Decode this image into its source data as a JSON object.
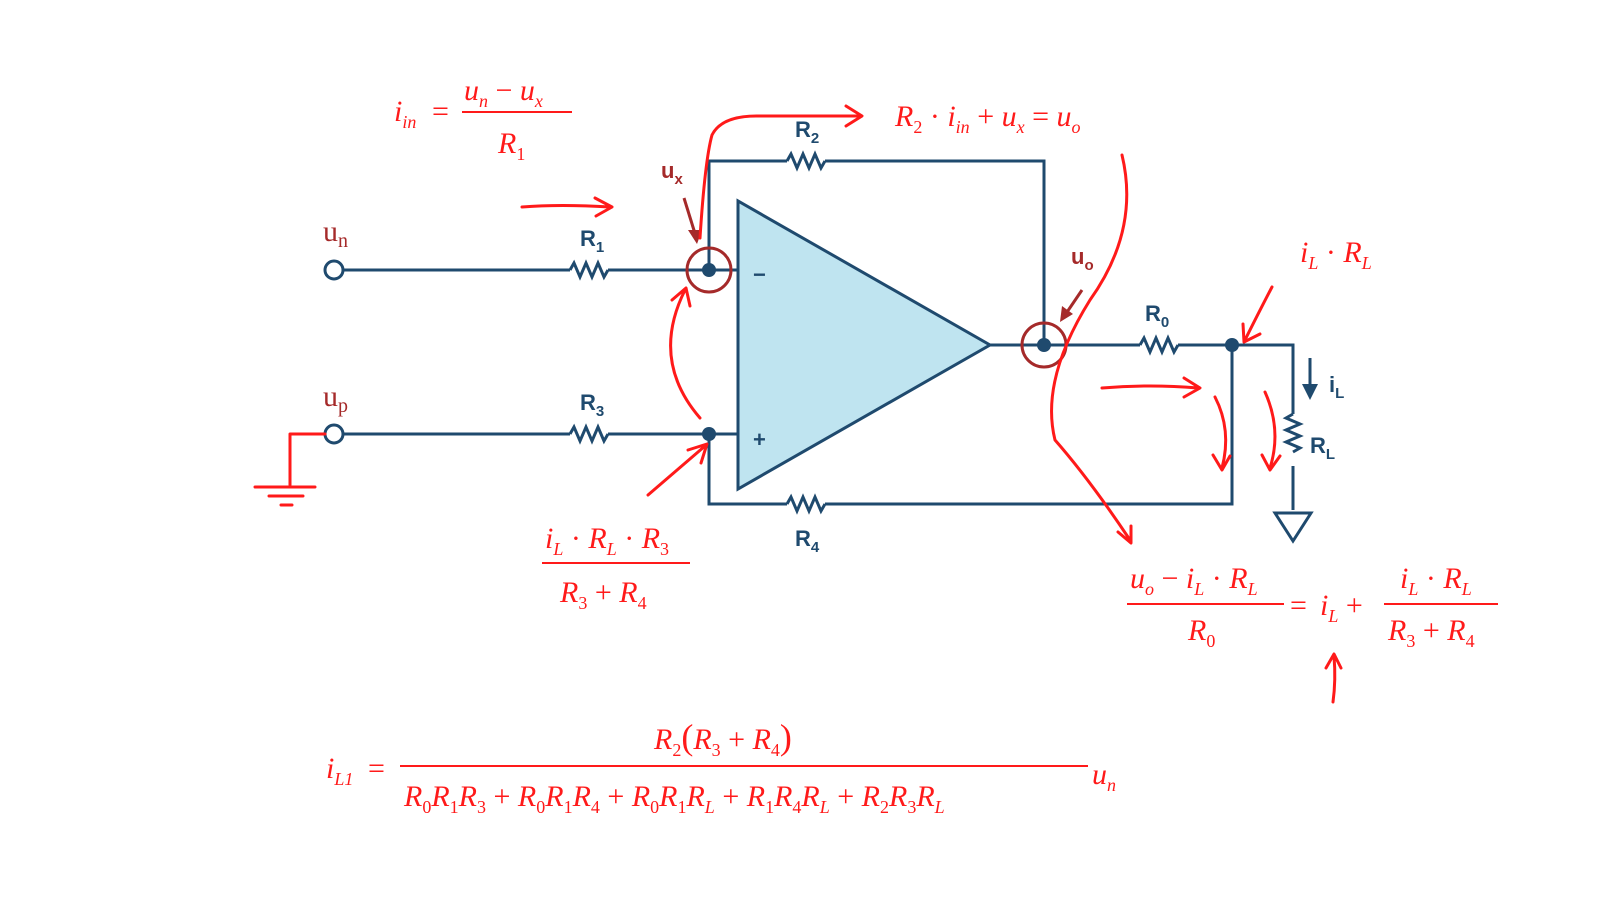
{
  "circuit": {
    "terminals": {
      "un": "u",
      "un_sub": "n",
      "up": "u",
      "up_sub": "p"
    },
    "markers": {
      "ux": "u",
      "ux_sub": "x",
      "uo": "u",
      "uo_sub": "o"
    },
    "resistors": {
      "r1": "R",
      "r1_sub": "1",
      "r2": "R",
      "r2_sub": "2",
      "r3": "R",
      "r3_sub": "3",
      "r4": "R",
      "r4_sub": "4",
      "r0": "R",
      "r0_sub": "0",
      "rl": "R",
      "rl_sub": "L"
    },
    "current": {
      "il": "i",
      "il_sub": "L"
    },
    "opamp": {
      "minus": "−",
      "plus": "+"
    }
  },
  "annotations": {
    "iin_eq": "i_in = (u_n − u_x) / R_1",
    "r2_eq": "R_2 · i_in + u_x = u_o",
    "il_rl": "i_L · R_L",
    "vplus_eq": "(i_L · R_L · R_3) / (R_3 + R_4)",
    "node_eq": "(u_o − i_L · R_L) / R_0 = i_L + (i_L · R_L) / (R_3 + R_4)",
    "result_eq": "i_L1 = R_2(R_3 + R_4) / (R_0R_1R_3 + R_0R_1R_4 + R_0R_1R_L + R_1R_4R_L + R_2R_3R_L) · u_n"
  },
  "colors": {
    "wire": "#1f4a6e",
    "opamp_fill": "#bfe4f0",
    "terminal": "#a52a2a",
    "annotation": "#ff1a1a"
  }
}
